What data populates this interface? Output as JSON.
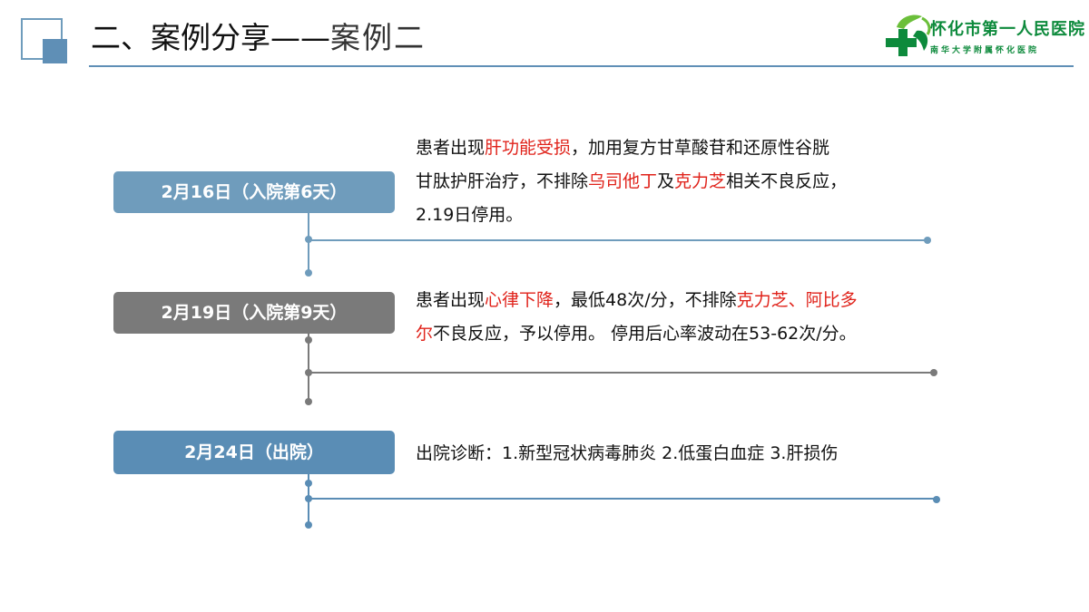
{
  "header": {
    "title_main": "二、案例分享——",
    "title_sub": "案例二"
  },
  "logo": {
    "name": "怀化市第一人民医院",
    "subtitle": "南华大学附属怀化医院"
  },
  "colors": {
    "accent_blue": "#5f8fb6",
    "gray": "#7a7a7a",
    "highlight_red": "#e0231b",
    "logo_green": "#0d8a3c"
  },
  "timeline": [
    {
      "date": "2月16日（入院第6天）",
      "lines": [
        [
          {
            "t": "患者出现"
          },
          {
            "t": "肝功能受损",
            "red": true
          },
          {
            "t": "，加用复方甘草酸苷和还原性谷胱"
          }
        ],
        [
          {
            "t": "甘肽护肝治疗，不排除"
          },
          {
            "t": "乌司他丁",
            "red": true
          },
          {
            "t": "及"
          },
          {
            "t": "克力芝",
            "red": true
          },
          {
            "t": "相关不良反应，"
          }
        ],
        [
          {
            "t": "2.19日停用。"
          }
        ]
      ]
    },
    {
      "date": "2月19日（入院第9天）",
      "lines": [
        [
          {
            "t": "患者出现"
          },
          {
            "t": "心律下降",
            "red": true
          },
          {
            "t": "，最低48次/分，不排除"
          },
          {
            "t": "克力芝、阿比多",
            "red": true
          }
        ],
        [
          {
            "t": "尔",
            "red": true
          },
          {
            "t": "不良反应，予以停用。 停用后心率波动在53-62次/分。"
          }
        ]
      ]
    },
    {
      "date": "2月24日（出院）",
      "lines": [
        [
          {
            "t": "出院诊断：1.新型冠状病毒肺炎 2.低蛋白血症 3.肝损伤"
          }
        ]
      ]
    }
  ]
}
